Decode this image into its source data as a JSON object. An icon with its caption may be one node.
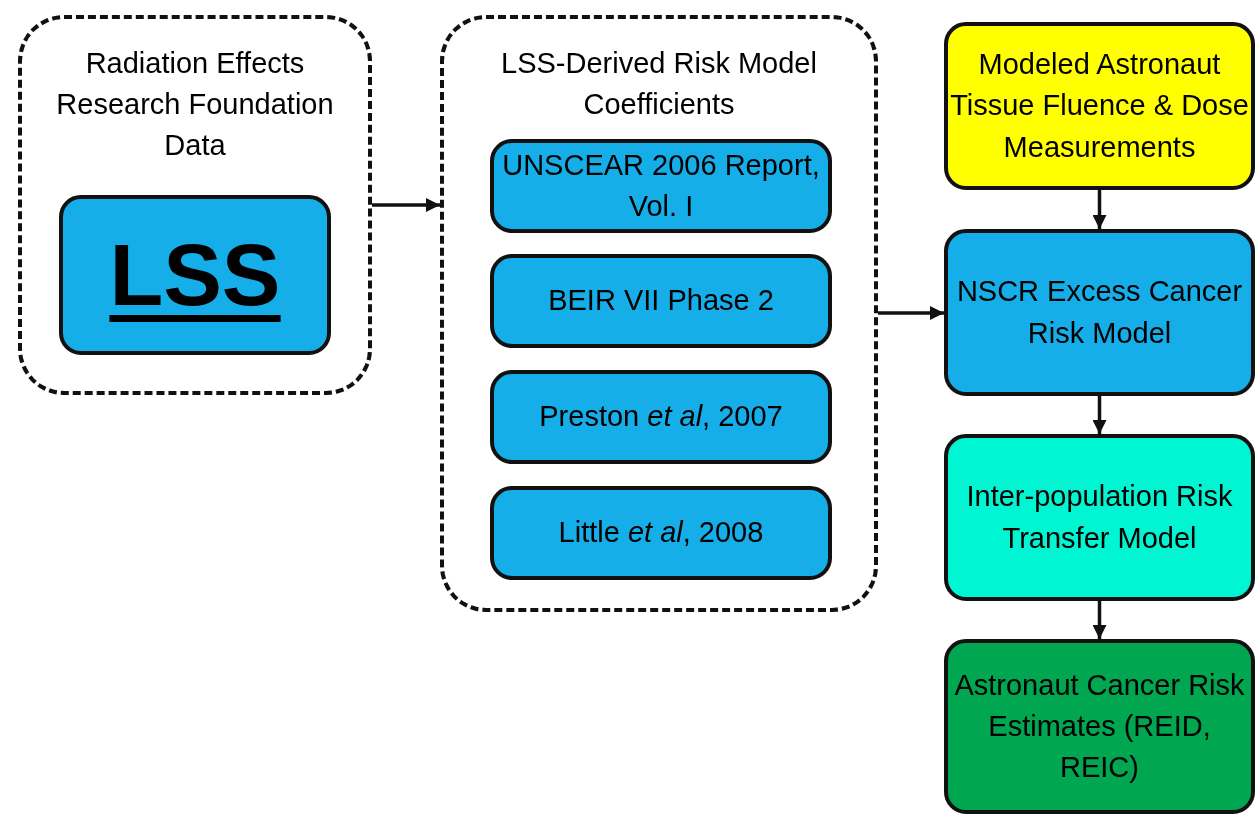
{
  "diagram": {
    "nodes": [
      {
        "text": [
          "Radiation Effects Research Foundation Data"
        ]
      },
      {
        "text": [
          "LSS"
        ],
        "in": 0
      },
      {
        "text": [
          "LSS-Derived Risk Model Coefficients"
        ]
      },
      {
        "text": [
          "UNSCEAR 2006 Report, Vol. I"
        ],
        "in": 2
      },
      {
        "text": [
          "BEIR VII Phase 2"
        ],
        "in": 2
      },
      {
        "text": [
          "Preston *et al*, 2007"
        ],
        "in": 2
      },
      {
        "text": [
          "Little *et al*, 2008"
        ],
        "in": 2
      },
      {
        "text": [
          "Modeled Astronaut Tissue Fluence & Dose Measurements"
        ]
      },
      {
        "text": [
          "NSCR Excess Cancer Risk Model"
        ]
      },
      {
        "text": [
          "Inter-population Risk Transfer Model"
        ]
      },
      {
        "text": [
          "Astronaut Cancer Risk Estimates (REID, REIC)"
        ]
      }
    ],
    "edges": [
      {
        "from": 0,
        "to": 2,
        "arrow": "to"
      },
      {
        "from": 2,
        "to": 8,
        "arrow": "to"
      },
      {
        "from": 7,
        "to": 8,
        "arrow": "to"
      },
      {
        "from": 8,
        "to": 9,
        "arrow": "to"
      },
      {
        "from": 9,
        "to": 10,
        "arrow": "to"
      }
    ]
  }
}
